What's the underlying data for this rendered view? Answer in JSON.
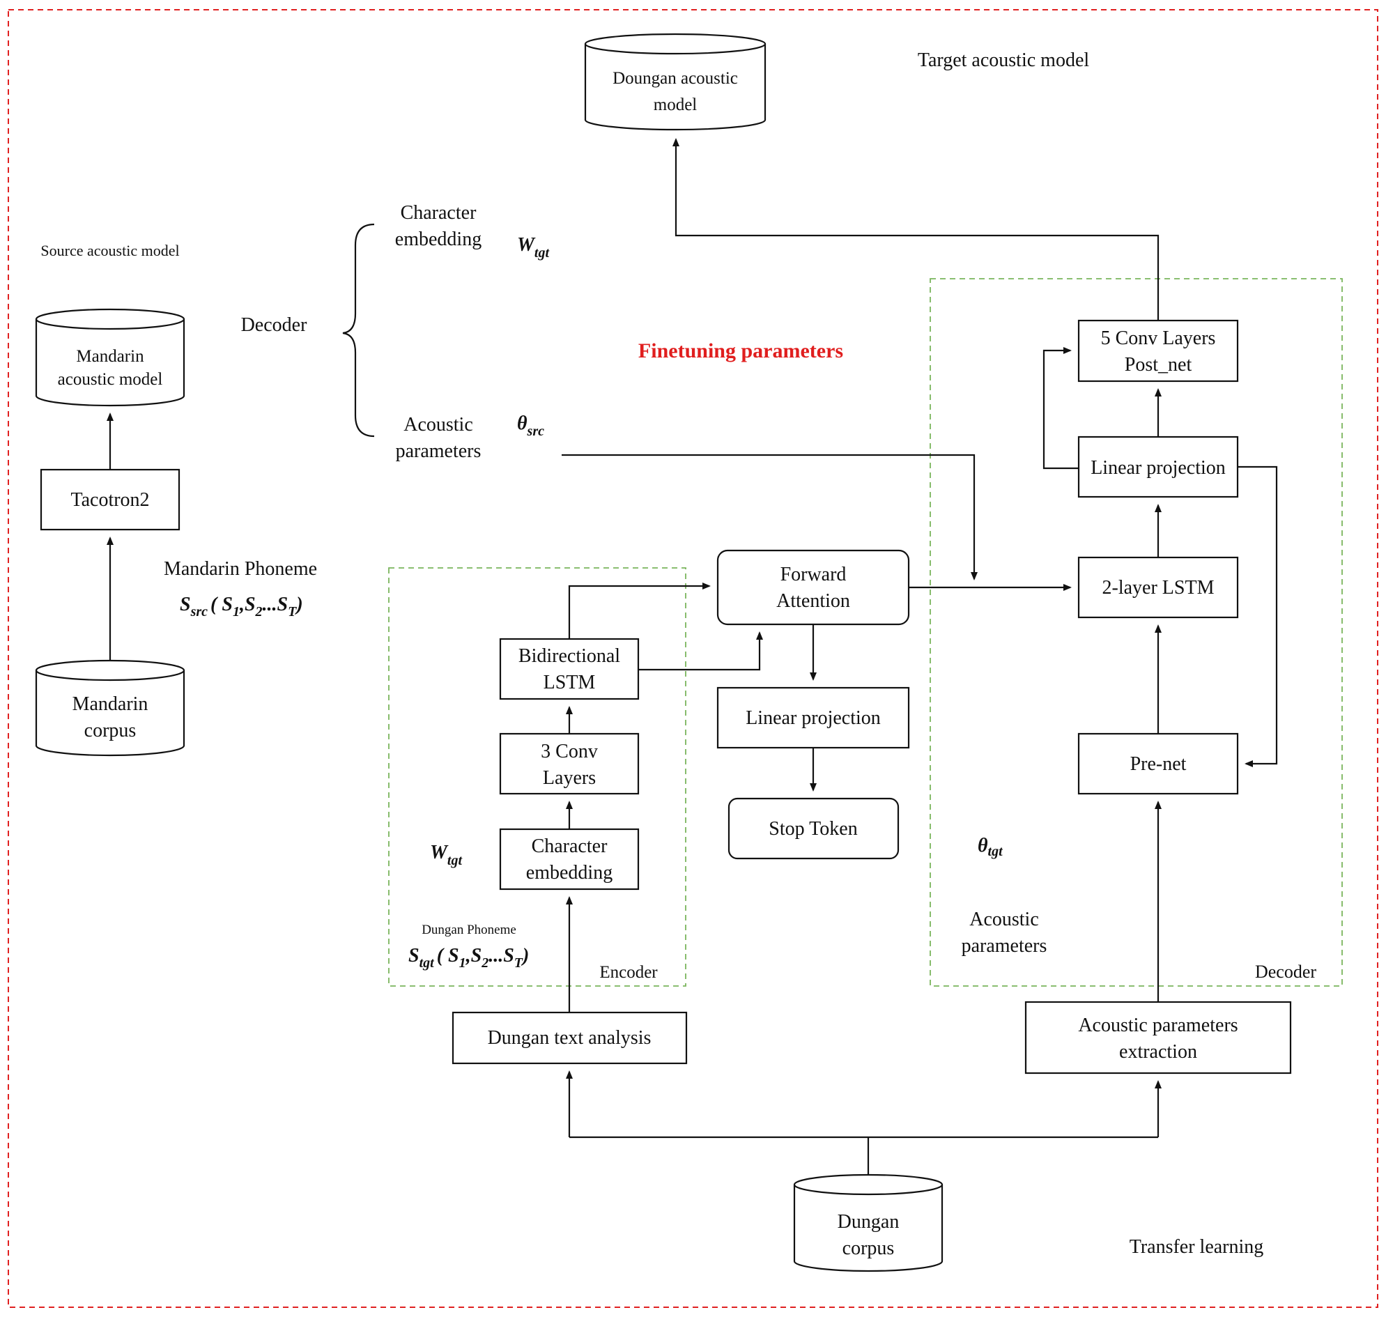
{
  "labels": {
    "target_title": "Target acoustic model",
    "source_title": "Source acoustic model",
    "finetuning": "Finetuning parameters",
    "decoder_brace": "Decoder",
    "char_embed_l1": "Character",
    "char_embed_l2": "embedding",
    "acoustic_l1": "Acoustic",
    "acoustic_l2": "parameters",
    "w_sym": "W",
    "w_sub": "tgt",
    "theta_src_sym": "θ",
    "theta_src_sub": "src",
    "theta_tgt_sym": "θ",
    "theta_tgt_sub": "tgt",
    "mandarin_phoneme": "Mandarin Phoneme",
    "dungan_phoneme": "Dungan Phoneme",
    "s_sym": "S",
    "s_src_sub": "src",
    "s_tgt_sub": "tgt",
    "seq_open": "( S",
    "seq_1": "1",
    "seq_comma": ",S",
    "seq_2": "2",
    "seq_dots": "...S",
    "seq_T": "T",
    "seq_close": ")",
    "encoder_label": "Encoder",
    "decoder_label": "Decoder",
    "acoustic_params_l1": "Acoustic",
    "acoustic_params_l2": "parameters",
    "transfer_learning": "Transfer learning"
  },
  "nodes": {
    "doungan_model_l1": "Doungan acoustic",
    "doungan_model_l2": "model",
    "mandarin_model_l1": "Mandarin",
    "mandarin_model_l2": "acoustic model",
    "tacotron2": "Tacotron2",
    "mandarin_corpus_l1": "Mandarin",
    "mandarin_corpus_l2": "corpus",
    "conv5_l1": "5 Conv Layers",
    "conv5_l2": "Post_net",
    "linear_proj_dec": "Linear projection",
    "lstm2": "2-layer LSTM",
    "prenet": "Pre-net",
    "forward_attention_l1": "Forward",
    "forward_attention_l2": "Attention",
    "linear_proj_mid": "Linear projection",
    "stop_token": "Stop Token",
    "bilstm_l1": "Bidirectional",
    "bilstm_l2": "LSTM",
    "conv3_l1": "3 Conv",
    "conv3_l2": "Layers",
    "char_embed_enc_l1": "Character",
    "char_embed_enc_l2": "embedding",
    "dungan_text": "Dungan text analysis",
    "acoustic_extract_l1": "Acoustic parameters",
    "acoustic_extract_l2": "extraction",
    "dungan_corpus_l1": "Dungan",
    "dungan_corpus_l2": "corpus"
  },
  "colors": {
    "outer_border": "#e02020",
    "group_border": "#7ab55c",
    "highlight_text": "#e01e1e"
  }
}
